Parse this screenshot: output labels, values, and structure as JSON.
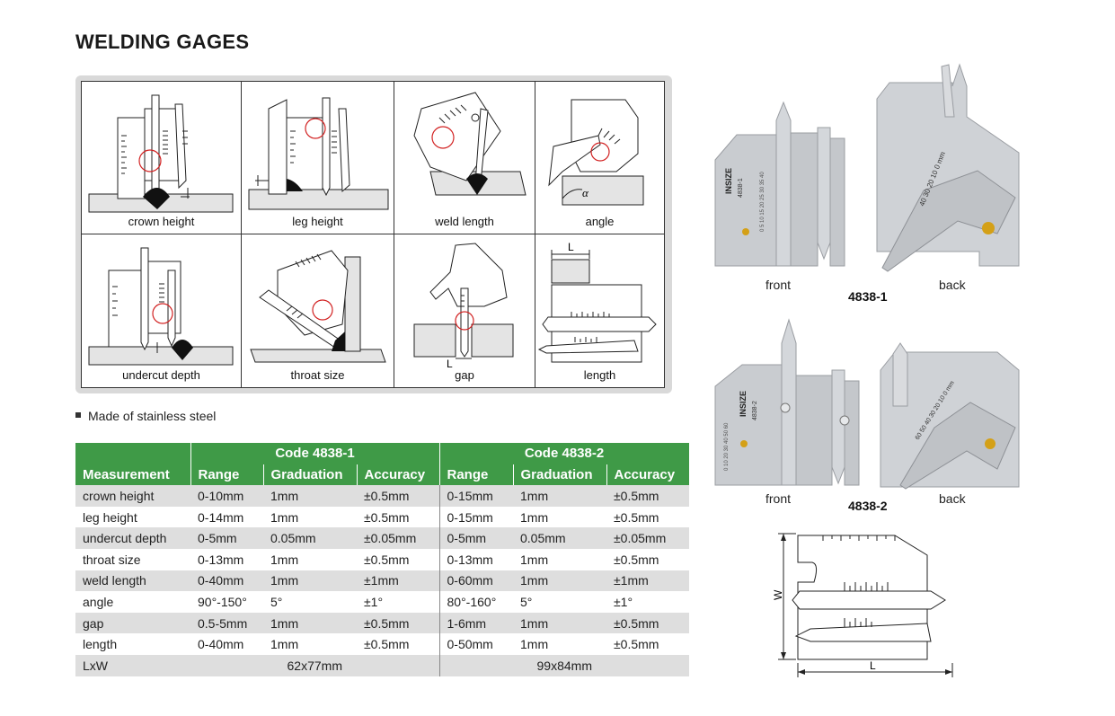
{
  "page": {
    "title": "WELDING GAGES"
  },
  "diagram_cells": [
    {
      "caption": "crown height",
      "icon": "crown-height-diagram"
    },
    {
      "caption": "leg height",
      "icon": "leg-height-diagram"
    },
    {
      "caption": "weld length",
      "icon": "weld-length-diagram"
    },
    {
      "caption": "angle",
      "icon": "angle-diagram"
    },
    {
      "caption": "undercut depth",
      "icon": "undercut-depth-diagram"
    },
    {
      "caption": "throat size",
      "icon": "throat-size-diagram"
    },
    {
      "caption": "gap",
      "icon": "gap-diagram"
    },
    {
      "caption": "length",
      "icon": "length-diagram"
    }
  ],
  "diagram_letters": {
    "L": "L",
    "alpha": "α"
  },
  "bullet": "Made of stainless steel",
  "table": {
    "group_headers": [
      "Code 4838-1",
      "Code 4838-2"
    ],
    "col_headers": [
      "Measurement",
      "Range",
      "Graduation",
      "Accuracy",
      "Range",
      "Graduation",
      "Accuracy"
    ],
    "rows": [
      [
        "crown height",
        "0-10mm",
        "1mm",
        "±0.5mm",
        "0-15mm",
        "1mm",
        "±0.5mm"
      ],
      [
        "leg height",
        "0-14mm",
        "1mm",
        "±0.5mm",
        "0-15mm",
        "1mm",
        "±0.5mm"
      ],
      [
        "undercut depth",
        "0-5mm",
        "0.05mm",
        "±0.05mm",
        "0-5mm",
        "0.05mm",
        "±0.05mm"
      ],
      [
        "throat size",
        "0-13mm",
        "1mm",
        "±0.5mm",
        "0-13mm",
        "1mm",
        "±0.5mm"
      ],
      [
        "weld length",
        "0-40mm",
        "1mm",
        "±1mm",
        "0-60mm",
        "1mm",
        "±1mm"
      ],
      [
        "angle",
        "90°-150°",
        "5°",
        "±1°",
        "80°-160°",
        "5°",
        "±1°"
      ],
      [
        "gap",
        "0.5-5mm",
        "1mm",
        "±0.5mm",
        "1-6mm",
        "1mm",
        "±0.5mm"
      ],
      [
        "length",
        "0-40mm",
        "1mm",
        "±0.5mm",
        "0-50mm",
        "1mm",
        "±0.5mm"
      ]
    ],
    "size_row": {
      "label": "LxW",
      "size_1": "62x77mm",
      "size_2": "99x84mm"
    }
  },
  "products": [
    {
      "code": "4838-1",
      "front_label": "front",
      "back_label": "back",
      "brand": "INSIZE",
      "code_on_gage": "4838-1",
      "front_scale": "0 5 10 15 20 25 30 35 40",
      "back_scale": "40 30 20 10 0 mm"
    },
    {
      "code": "4838-2",
      "front_label": "front",
      "back_label": "back",
      "brand": "INSIZE",
      "code_on_gage": "4838-2",
      "front_scale": "0 10 20 30 40 50 60",
      "back_scale": "60 50 40 30 20 10 0 mm"
    }
  ],
  "dimension_drawing": {
    "width_label": "W",
    "length_label": "L"
  },
  "colors": {
    "header_green": "#3f9a47",
    "row_gray": "#dedede",
    "panel_gray": "#d9d9d9",
    "steel": "#c9ccd0",
    "weld_black": "#111111",
    "marker_red": "#d22222",
    "brass": "#d4a017"
  }
}
